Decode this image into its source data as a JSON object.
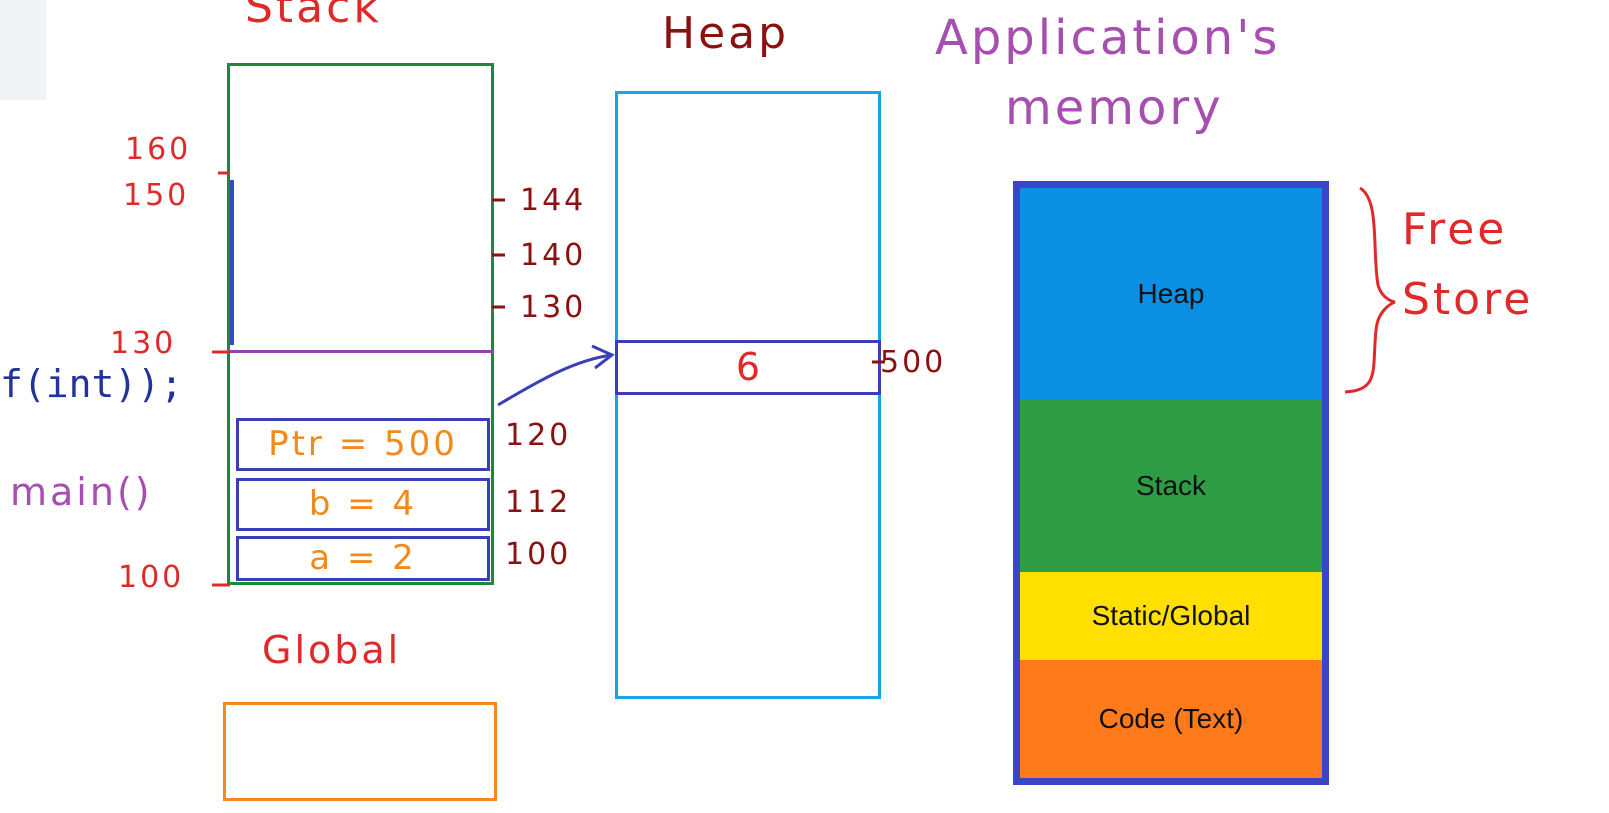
{
  "titles": {
    "stack": "Stack",
    "heap": "Heap",
    "application": "Application's",
    "application_line2": "memory",
    "global": "Global",
    "free_store": "Free Store"
  },
  "stack": {
    "left_addresses": [
      "160",
      "150",
      "130",
      "100"
    ],
    "right_addresses": [
      "144",
      "140",
      "130",
      "120",
      "112",
      "100"
    ],
    "cells": [
      {
        "text": "Ptr = 500"
      },
      {
        "text": "b = 4"
      },
      {
        "text": "a = 2"
      }
    ]
  },
  "heap": {
    "cell_value": "6",
    "cell_address": "500"
  },
  "code_fragment": "f(int));",
  "frame_label": "main()",
  "memory_layout": {
    "segments": [
      {
        "label": "Heap",
        "color": "#0b8fe3"
      },
      {
        "label": "Stack",
        "color": "#2e9c44"
      },
      {
        "label": "Static/Global",
        "color": "#ffe000"
      },
      {
        "label": "Code (Text)",
        "color": "#ff7a1a"
      }
    ],
    "border_color": "#3a46c8"
  },
  "colors": {
    "stack_border": "#1d8a3a",
    "heap_border": "#16a7e0",
    "global_border": "#f38a23",
    "arrow": "#3a3fb8"
  }
}
